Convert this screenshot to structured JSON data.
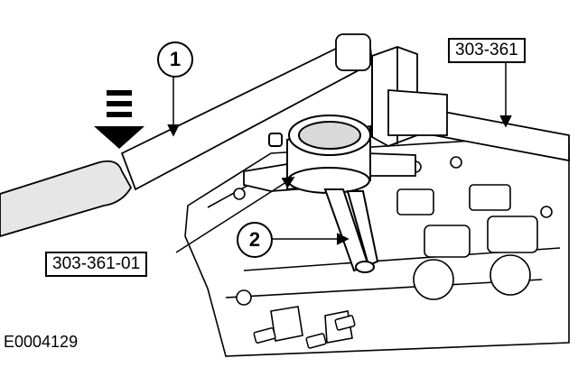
{
  "figure_id": "E0004129",
  "callouts": {
    "one": "1",
    "two": "2"
  },
  "tool_labels": {
    "main_tool": "303-361",
    "adapter": "303-361-01"
  },
  "colors": {
    "line": "#000000",
    "fill": "#ffffff",
    "tool_gray": "#d9d9d9"
  }
}
